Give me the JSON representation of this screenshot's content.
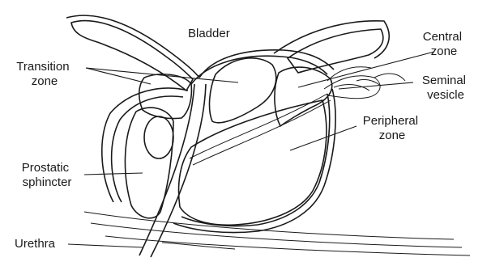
{
  "labels": {
    "bladder": "Bladder",
    "central_zone": [
      "Central",
      "zone"
    ],
    "transition_zone": [
      "Transition",
      "zone"
    ],
    "seminal_vesicle": [
      "Seminal",
      "vesicle"
    ],
    "peripheral_zone": [
      "Peripheral",
      "zone"
    ],
    "prostatic_sphincter": [
      "Prostatic",
      "sphincter"
    ],
    "urethra": "Urethra"
  }
}
